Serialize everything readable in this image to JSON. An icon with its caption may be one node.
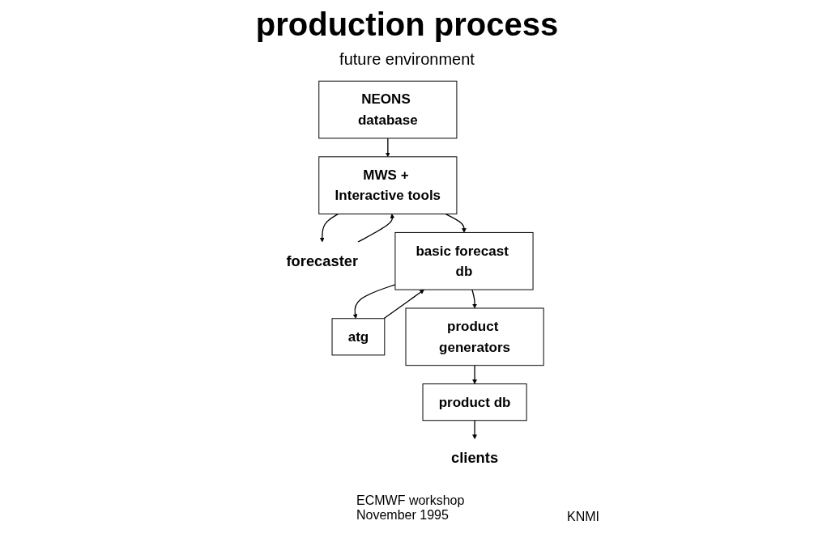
{
  "diagram": {
    "title": "production process",
    "nodes": [
      {
        "text": [
          "NEONS database"
        ]
      },
      {
        "text": [
          "MWS + Interactive tools"
        ]
      },
      {
        "text": [
          "forecaster"
        ]
      },
      {
        "text": [
          "basic forecast db"
        ]
      },
      {
        "text": [
          "atg"
        ]
      },
      {
        "text": [
          "product generators"
        ]
      },
      {
        "text": [
          "product db"
        ]
      },
      {
        "text": [
          "clients"
        ]
      }
    ],
    "edges": [
      {
        "from": 0,
        "to": 1,
        "arrow": "to"
      },
      {
        "from": 2,
        "to": 1,
        "arrow": "to"
      },
      {
        "from": 1,
        "to": 2,
        "arrow": "to"
      },
      {
        "from": 1,
        "to": 3,
        "arrow": "to"
      },
      {
        "from": 3,
        "to": 4,
        "arrow": "to"
      },
      {
        "from": 4,
        "to": 3,
        "arrow": "to"
      },
      {
        "from": 3,
        "to": 5,
        "arrow": "to"
      },
      {
        "from": 5,
        "to": 6,
        "arrow": "to"
      },
      {
        "from": 6,
        "to": 7,
        "arrow": "to"
      }
    ],
    "labels": [
      "future environment",
      "ECMWF workshop November 1995",
      "KNMI"
    ]
  }
}
